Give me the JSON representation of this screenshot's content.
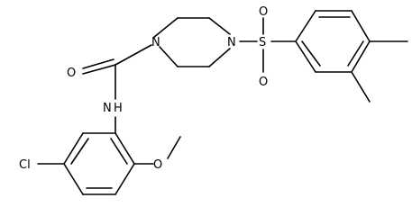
{
  "atoms": {
    "o_carbonyl": "O",
    "n_amide": "N",
    "h_amide": "H",
    "n_piperazine_left": "N",
    "n_piperazine_right": "N",
    "s_sulfonyl": "S",
    "o_sulfonyl_top": "O",
    "o_sulfonyl_bottom": "O",
    "cl": "Cl",
    "o_methoxy": "O"
  }
}
